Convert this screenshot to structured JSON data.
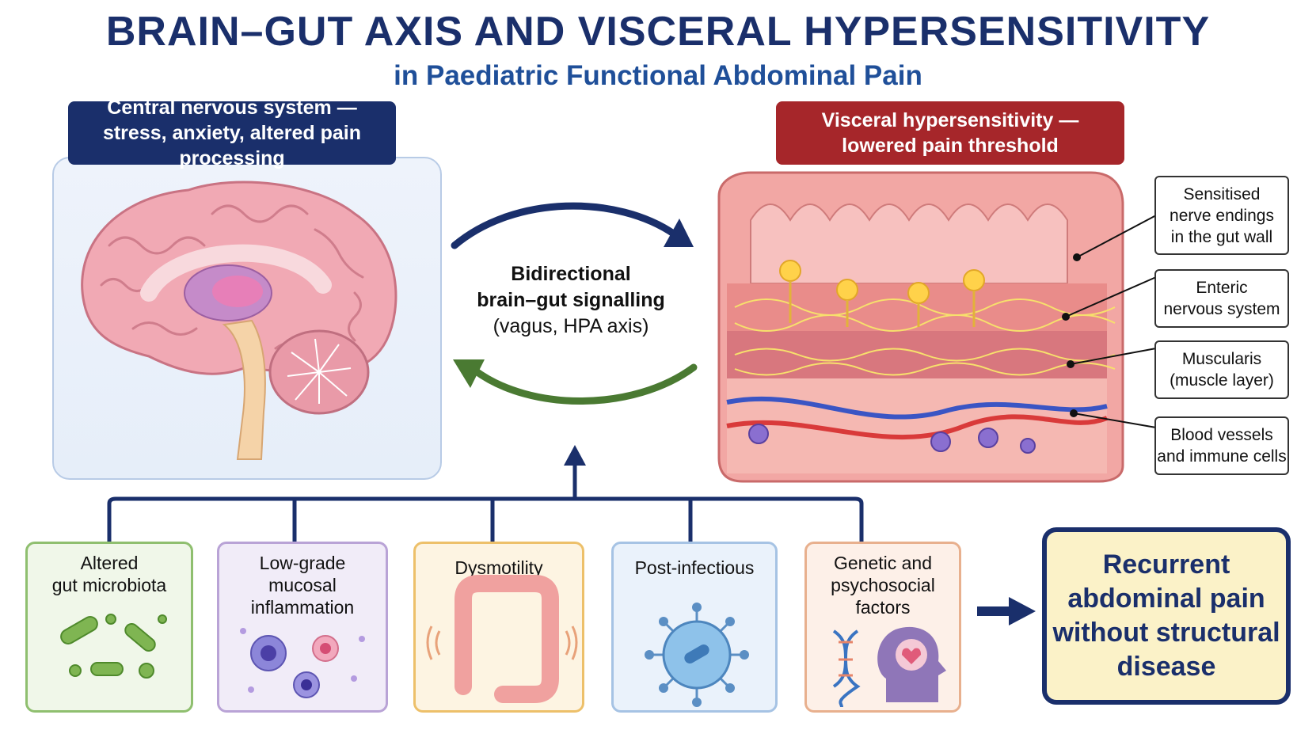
{
  "title": "BRAIN–GUT AXIS AND VISCERAL HYPERSENSITIVITY",
  "subtitle": "in Paediatric Functional Abdominal Pain",
  "cns": {
    "line1": "Central nervous system —",
    "line2": "stress, anxiety, altered pain processing"
  },
  "visceral": {
    "line1": "Visceral hypersensitivity —",
    "line2": "lowered pain threshold"
  },
  "signalling": {
    "line1": "Bidirectional",
    "line2": "brain–gut signalling",
    "line3": "(vagus, HPA axis)"
  },
  "callouts": [
    "Sensitised\nnerve endings\nin the gut wall",
    "Enteric\nnervous system",
    "Muscularis\n(muscle layer)",
    "Blood vessels\nand immune cells"
  ],
  "factors": [
    "Altered\ngut microbiota",
    "Low-grade\nmucosal\ninflammation",
    "Dysmotility",
    "Post-infectious",
    "Genetic and\npsychosocial\nfactors"
  ],
  "outcome": "Recurrent\nabdominal pain\nwithout structural\ndisease",
  "colors": {
    "navy": "#1a2f6b",
    "red": "#a6262a",
    "green": "#4a7a32"
  }
}
